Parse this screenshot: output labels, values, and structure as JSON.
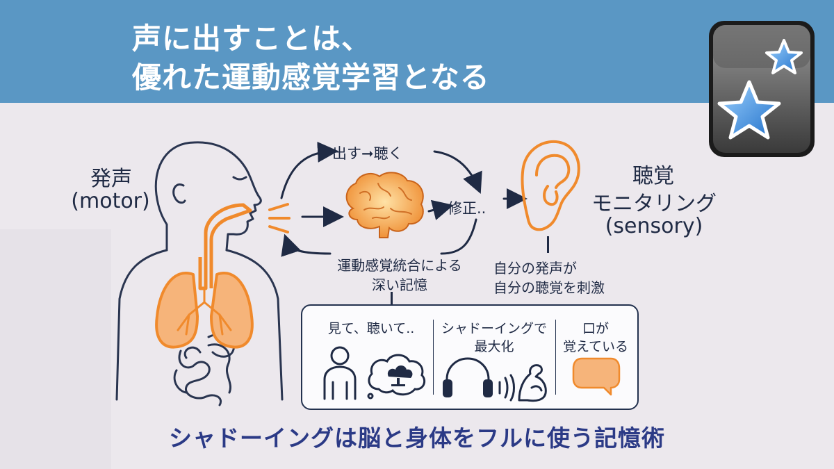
{
  "header": {
    "line1": "声に出すことは、",
    "line2": "優れた運動感覚学習となる"
  },
  "icons": {
    "app": "anki-star-icon",
    "body": "human-body-icon",
    "brain": "brain-icon",
    "ear": "ear-icon",
    "person": "person-icon",
    "thought": "tree-thought-bubble-icon",
    "headphones": "headphones-icon",
    "sound": "sound-waves-icon",
    "muscle": "flexed-arm-icon",
    "speech": "speech-bubble-icon"
  },
  "diagram": {
    "motor_label": "発声",
    "motor_sub": "(motor)",
    "sensory_label": "聴覚",
    "sensory_label2": "モニタリング",
    "sensory_sub": "(sensory)",
    "loop_top": "出す➞聴く",
    "correction": "修正..",
    "integration_line1": "運動感覚統合による",
    "integration_line2": "深い記憶",
    "self_line1": "自分の発声が",
    "self_line2": "自分の聴覚を刺激"
  },
  "panel": {
    "see_hear": "見て、聴いて..",
    "shadow_line1": "シャドーイングで",
    "shadow_line2": "最大化",
    "mouth_line1": "口が",
    "mouth_line2": "覚えている"
  },
  "tagline": "シャドーイングは脳と身体をフルに使う記憶術",
  "colors": {
    "header": "#5a97c4",
    "background": "#ece8ed",
    "accent_orange": "#f08a2c",
    "navy": "#23324f",
    "tagline": "#2b3a86"
  }
}
